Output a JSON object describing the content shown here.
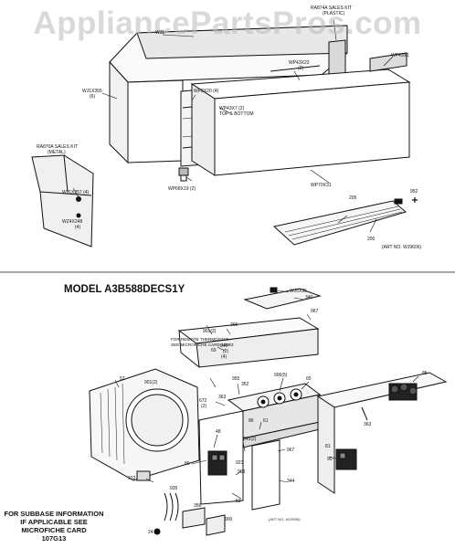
{
  "watermark": "AppliancePartsPros.com",
  "upper_labels": {
    "ra874_title": "RA874A SALES KIT",
    "ra874_sub": "(PLASTIC)",
    "wj1": "WJ1",
    "wp43x1": "WP43X1",
    "wp43x22": "WP43X22",
    "wp43x22_qty": "(2)",
    "wj1x355": "WJ1X355",
    "wj1x355_qty": "(6)",
    "wp2x20": "WP2X20 (4)",
    "wp43x7": "WP43X7 (2)",
    "top_bottom": "TOP & BOTTOM",
    "ra870_title": "RA870A SALES KIT",
    "ra870_sub": "(METAL)",
    "wj1x257": "WJ1X257 (4)",
    "wz4x248": "WZ4X248",
    "wz4x248_qty": "(4)",
    "wp68x19": "WP68X19 (2)",
    "wp70x31": "WP70X31",
    "n205": "205",
    "n952": "952",
    "n200": "200",
    "art_no": "(ART NO. WJ9606)"
  },
  "model_title": "MODEL A3B588DECS1Y",
  "remote_note": "FOR REMOTE THERMOSTAT\nSEE MICROFICHE CARD 149B3",
  "subbase_note": "FOR SUBBASE INFORMATION\nIF APPLICABLE SEE\nMICROFICHE CARD\n107G13",
  "lower_art_no": "(ART NO. WJ9598)",
  "lower_callouts": {
    "c1": "WJ5X35",
    "c2": "340",
    "c3": "967",
    "c4": "901(2)",
    "c5": "365",
    "c6": "840",
    "c7": "(2)",
    "c8": "69",
    "c9": "(4)",
    "c10": "85",
    "c11": "52",
    "c12": "901(2)",
    "c13": "955",
    "c14": "352",
    "c15": "906(5)",
    "c16": "65",
    "c17": "672",
    "c18": "(2)",
    "c19": "363",
    "c20": "61",
    "c21": "86",
    "c22": "48",
    "c23": "845(2)",
    "c24": "967",
    "c25": "80",
    "c26": "923",
    "c27": "903",
    "c28": "344",
    "c29": "53",
    "c30": "935",
    "c31": "356",
    "c32": "912",
    "c33": "900",
    "c34": "24",
    "c35": "81",
    "c36": "363",
    "c37": "90"
  }
}
